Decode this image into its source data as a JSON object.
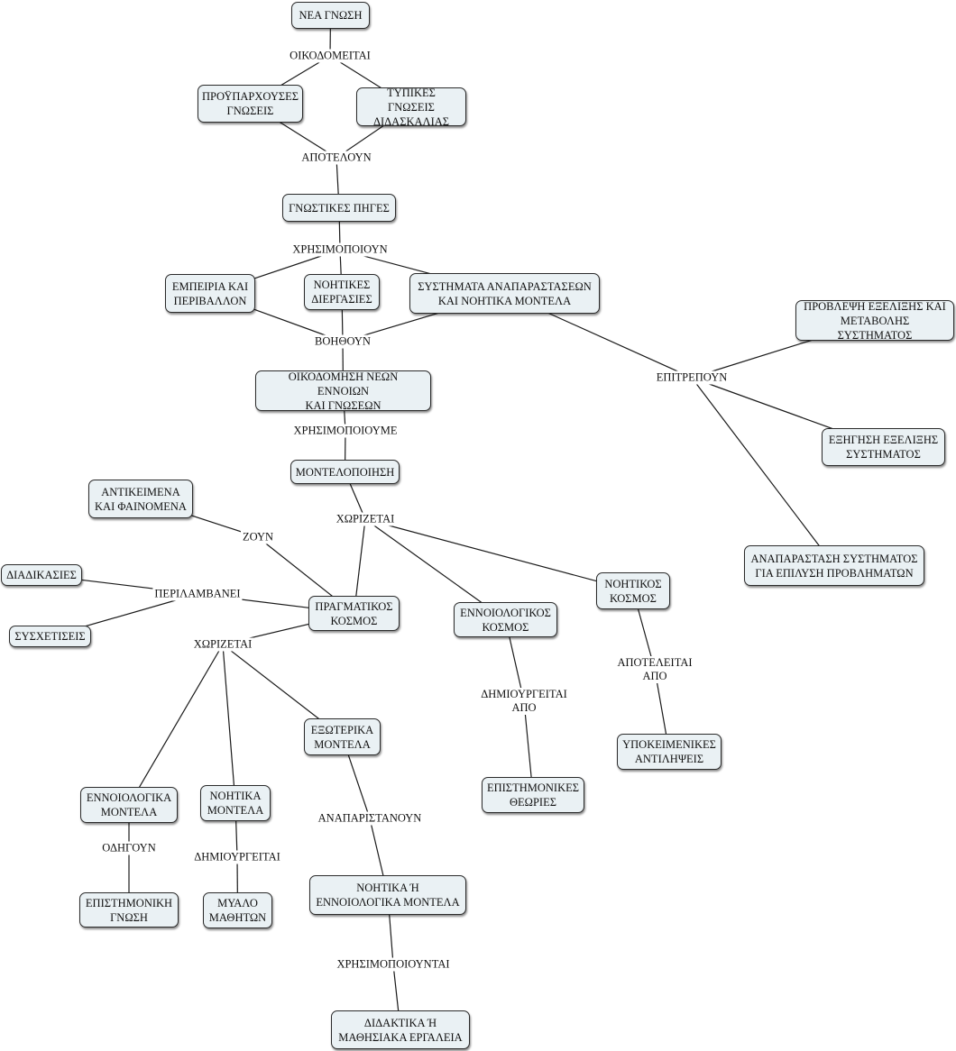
{
  "concepts": {
    "nea_gnosi": "ΝΕΑ ΓΝΩΣΗ",
    "proyparxouses": "ΠΡΟΫΠΑΡΧΟΥΣΕΣ\nΓΝΩΣΕΙΣ",
    "typikes": "ΤΥΠΙΚΕΣ ΓΝΩΣΕΙΣ\nΔΙΔΑΣΚΑΛΙΑΣ",
    "gnostikes_piges": "ΓΝΩΣΤΙΚΕΣ ΠΗΓΕΣ",
    "empeiria": "ΕΜΠΕΙΡΙΑ ΚΑΙ\nΠΕΡΙΒΑΛΛΟΝ",
    "noitikes_diergasies": "ΝΟΗΤΙΚΕΣ\nΔΙΕΡΓΑΣΙΕΣ",
    "systimata": "ΣΥΣΤΗΜΑΤΑ ΑΝΑΠΑΡΑΣΤΑΣΕΩΝ\nΚΑΙ ΝΟΗΤΙΚΑ ΜΟΝΤΕΛΑ",
    "provlepsi": "ΠΡΟΒΛΕΨΗ ΕΞΕΛΙΞΗΣ ΚΑΙ\nΜΕΤΑΒΟΛΗΣ ΣΥΣΤΗΜΑΤΟΣ",
    "exigisi": "ΕΞΗΓΗΣΗ ΕΞΕΛΙΞΗΣ\nΣΥΣΤΗΜΑΤΟΣ",
    "anaparastasi": "ΑΝΑΠΑΡΑΣΤΑΣΗ ΣΥΣΤΗΜΑΤΟΣ\nΓΙΑ ΕΠΙΛΥΣΗ ΠΡΟΒΛΗΜΑΤΩΝ",
    "oikodomisi": "ΟΙΚΟΔΟΜΗΣΗ ΝΕΩΝ ΕΝΝΟΙΩΝ\nΚΑΙ ΓΝΩΣΕΩΝ",
    "montelopoiisi": "ΜΟΝΤΕΛΟΠΟΙΗΣΗ",
    "antikeimena": "ΑΝΤΙΚΕΙΜΕΝΑ\nΚΑΙ ΦΑΙΝΟΜΕΝΑ",
    "diadikasies": "ΔΙΑΔΙΚΑΣΙΕΣ",
    "sysxetiseis": "ΣΥΣΧΕΤΙΣΕΙΣ",
    "pragmatikos": "ΠΡΑΓΜΑΤΙΚΟΣ\nΚΟΣΜΟΣ",
    "ennoiologikos_kosmos": "ΕΝΝΟΙΟΛΟΓΙΚΟΣ\nΚΟΣΜΟΣ",
    "noitikos_kosmos": "ΝΟΗΤΙΚΟΣ\nΚΟΣΜΟΣ",
    "exoterika": "ΕΞΩΤΕΡΙΚΑ\nΜΟΝΤΕΛΑ",
    "ennoiologika_montela": "ΕΝΝΟΙΟΛΟΓΙΚΑ\nΜΟΝΤΕΛΑ",
    "noitika_montela": "ΝΟΗΤΙΚΑ\nΜΟΝΤΕΛΑ",
    "epistimonikes_theories": "ΕΠΙΣΤΗΜΟΝΙΚΕΣ\nΘΕΩΡΙΕΣ",
    "ypokeimenikes": "ΥΠΟΚΕΙΜΕΝΙΚΕΣ\nΑΝΤΙΛΗΨΕΙΣ",
    "epistimoniki_gnosi": "ΕΠΙΣΤΗΜΟΝΙΚΗ\nΓΝΩΣΗ",
    "myalo": "ΜΥΑΛΟ\nΜΑΘΗΤΩΝ",
    "noitika_i_ennoiologika": "ΝΟΗΤΙΚΑ Ή\nΕΝΝΟΙΟΛΟΓΙΚΑ ΜΟΝΤΕΛΑ",
    "didaktika": "ΔΙΔΑΚΤΙΚΑ Ή\nΜΑΘΗΣΙΑΚΑ ΕΡΓΑΛΕΙΑ"
  },
  "linking_phrases": {
    "oikodomeitai": "ΟΙΚΟΔΟΜΕΙΤΑΙ",
    "apoteloun": "ΑΠΟΤΕΛΟΥΝ",
    "xrisimopoioun": "ΧΡΗΣΙΜΟΠΟΙΟΥΝ",
    "voithoun": "ΒΟΗΘΟΥΝ",
    "epitrepoun": "ΕΠΙΤΡΕΠΟΥΝ",
    "xrisimopoioume": "ΧΡΗΣΙΜΟΠΟΙΟΥΜΕ",
    "xorizetai_1": "ΧΩΡΙΖΕΤΑΙ",
    "zoun": "ΖΟΥΝ",
    "perilamvanei": "ΠΕΡΙΛΑΜΒΑΝΕΙ",
    "xorizetai_2": "ΧΩΡΙΖΕΤΑΙ",
    "dimiourgeitai_apo": "ΔΗΜΙΟΥΡΓΕΙΤΑΙ\nΑΠΟ",
    "apoteleitai_apo": "ΑΠΟΤΕΛΕΙΤΑΙ\nΑΠΟ",
    "odigoun": "ΟΔΗΓΟΥΝ",
    "dimiourgeitai": "ΔΗΜΙΟΥΡΓΕΙΤΑΙ",
    "anaparistanoun": "ΑΝΑΠΑΡΙΣΤΑΝΟΥΝ",
    "xrisimopoiountai": "ΧΡΗΣΙΜΟΠΟΙΟΥΝΤΑΙ"
  },
  "connections": [
    [
      "nea_gnosi",
      "oikodomeitai"
    ],
    [
      "oikodomeitai",
      "proyparxouses"
    ],
    [
      "oikodomeitai",
      "typikes"
    ],
    [
      "proyparxouses",
      "apoteloun"
    ],
    [
      "typikes",
      "apoteloun"
    ],
    [
      "apoteloun",
      "gnostikes_piges"
    ],
    [
      "gnostikes_piges",
      "xrisimopoioun"
    ],
    [
      "xrisimopoioun",
      "empeiria"
    ],
    [
      "xrisimopoioun",
      "noitikes_diergasies"
    ],
    [
      "xrisimopoioun",
      "systimata"
    ],
    [
      "empeiria",
      "voithoun"
    ],
    [
      "noitikes_diergasies",
      "voithoun"
    ],
    [
      "systimata",
      "voithoun"
    ],
    [
      "voithoun",
      "oikodomisi"
    ],
    [
      "systimata",
      "epitrepoun"
    ],
    [
      "epitrepoun",
      "provlepsi"
    ],
    [
      "epitrepoun",
      "exigisi"
    ],
    [
      "epitrepoun",
      "anaparastasi"
    ],
    [
      "oikodomisi",
      "xrisimopoioume"
    ],
    [
      "xrisimopoioume",
      "montelopoiisi"
    ],
    [
      "montelopoiisi",
      "xorizetai_1"
    ],
    [
      "xorizetai_1",
      "pragmatikos"
    ],
    [
      "xorizetai_1",
      "ennoiologikos_kosmos"
    ],
    [
      "xorizetai_1",
      "noitikos_kosmos"
    ],
    [
      "antikeimena",
      "zoun"
    ],
    [
      "zoun",
      "pragmatikos"
    ],
    [
      "pragmatikos",
      "perilamvanei"
    ],
    [
      "perilamvanei",
      "diadikasies"
    ],
    [
      "perilamvanei",
      "sysxetiseis"
    ],
    [
      "pragmatikos",
      "xorizetai_2"
    ],
    [
      "xorizetai_2",
      "ennoiologika_montela"
    ],
    [
      "xorizetai_2",
      "noitika_montela"
    ],
    [
      "xorizetai_2",
      "exoterika"
    ],
    [
      "ennoiologikos_kosmos",
      "dimiourgeitai_apo"
    ],
    [
      "dimiourgeitai_apo",
      "epistimonikes_theories"
    ],
    [
      "noitikos_kosmos",
      "apoteleitai_apo"
    ],
    [
      "apoteleitai_apo",
      "ypokeimenikes"
    ],
    [
      "ennoiologika_montela",
      "odigoun"
    ],
    [
      "odigoun",
      "epistimoniki_gnosi"
    ],
    [
      "noitika_montela",
      "dimiourgeitai"
    ],
    [
      "dimiourgeitai",
      "myalo"
    ],
    [
      "exoterika",
      "anaparistanoun"
    ],
    [
      "anaparistanoun",
      "noitika_i_ennoiologika"
    ],
    [
      "noitika_i_ennoiologika",
      "xrisimopoiountai"
    ],
    [
      "xrisimopoiountai",
      "didaktika"
    ]
  ]
}
